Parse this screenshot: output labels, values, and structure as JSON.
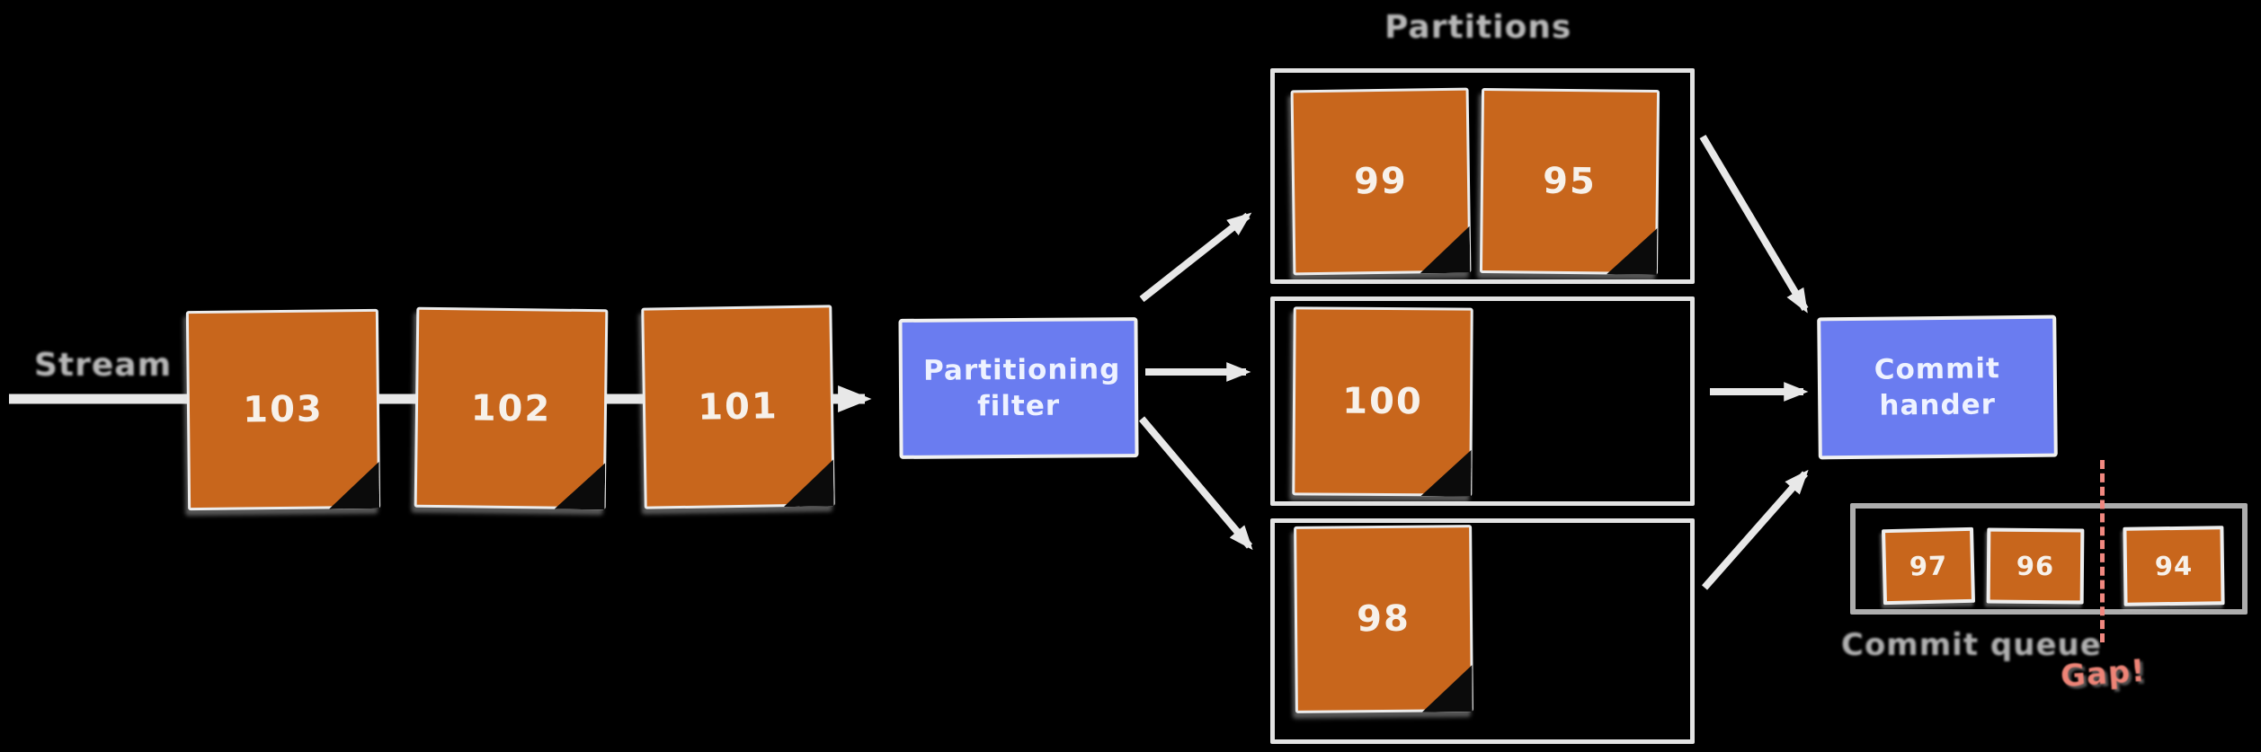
{
  "diagram": {
    "stream": {
      "label": "Stream",
      "notes": [
        "103",
        "102",
        "101"
      ]
    },
    "filter_label": "Partitioning filter",
    "partitions": {
      "title": "Partitions",
      "row1": [
        "99",
        "95"
      ],
      "row2": [
        "100"
      ],
      "row3": [
        "98"
      ]
    },
    "commit_handler_label": "Commit hander",
    "commit_queue": {
      "label": "Commit queue",
      "items": [
        "97",
        "96",
        "94"
      ],
      "gap_label": "Gap!"
    },
    "colors": {
      "background": "#000000",
      "note_orange": "#c8661c",
      "box_blue": "#6a7cf0",
      "stroke_white": "#e8e8e8",
      "container_gray": "#adadad",
      "gap_pink": "#f08880"
    }
  }
}
